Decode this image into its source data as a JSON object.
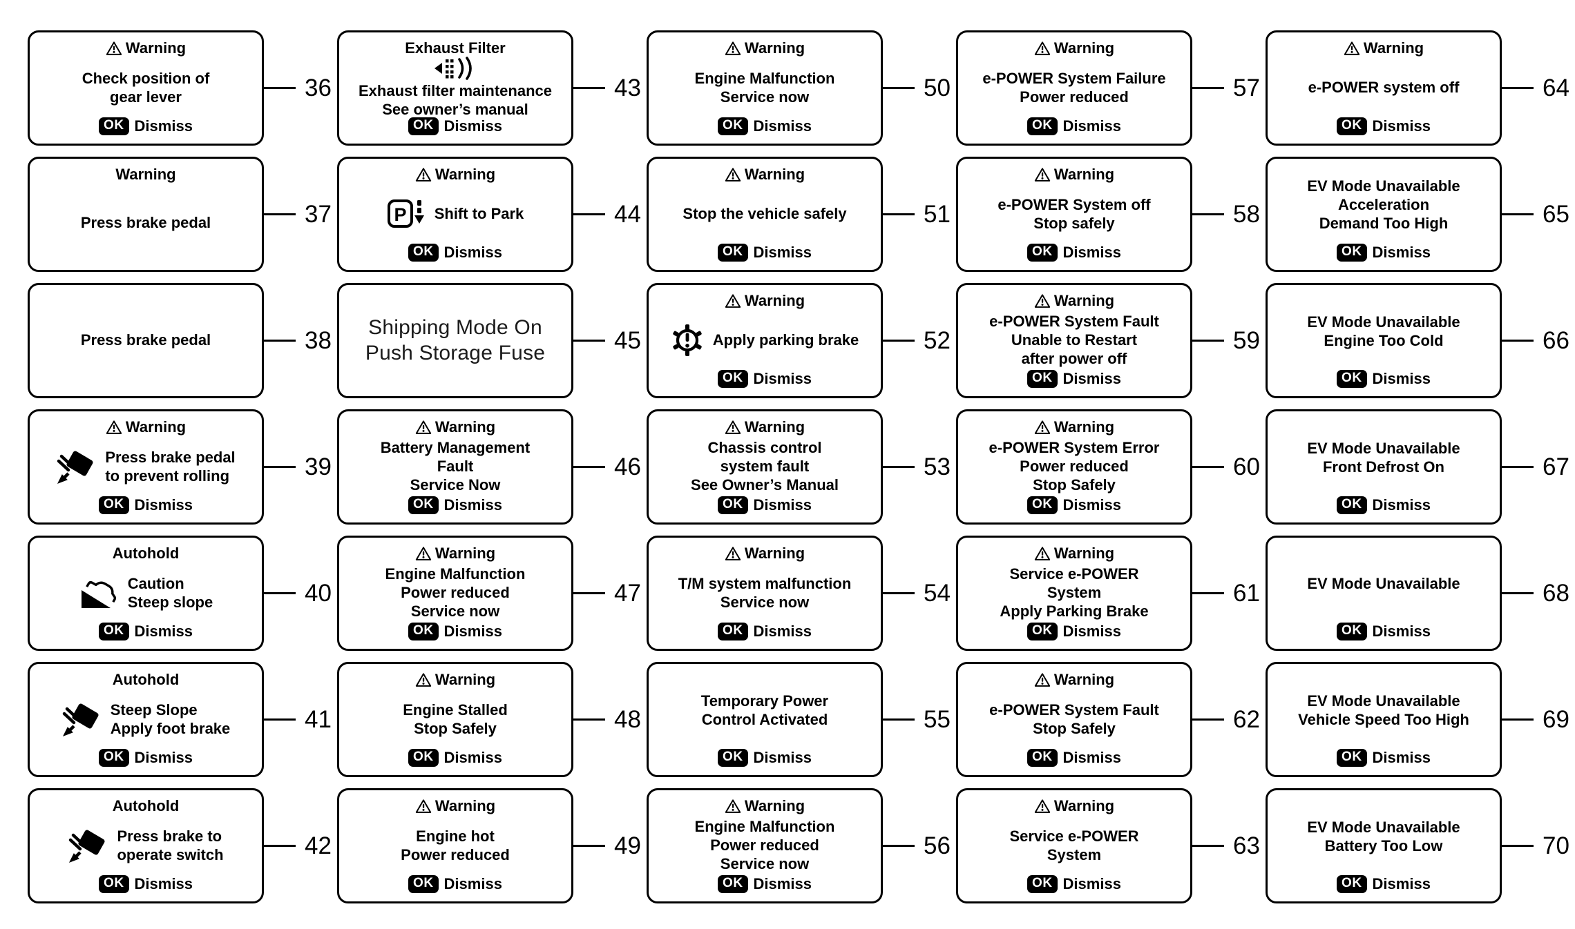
{
  "figure": {
    "background": "#ffffff",
    "ink": "#000000"
  },
  "labels": {
    "warning_title": "Warning",
    "ok": "OK",
    "dismiss": "Dismiss"
  },
  "columns": [
    {
      "cards": [
        {
          "num": "36",
          "header": "warn",
          "lines": [
            "Check position of",
            "gear lever"
          ],
          "ok": true
        },
        {
          "num": "37",
          "header": "plain",
          "header_text": "Warning",
          "lines": [
            "Press brake pedal"
          ],
          "ok": false
        },
        {
          "num": "38",
          "lines": [
            "Press brake pedal"
          ],
          "ok": false
        },
        {
          "num": "39",
          "header": "warn",
          "icon": "brake-pedal-icon",
          "lines": [
            "Press brake pedal",
            "to prevent rolling"
          ],
          "ok": true
        },
        {
          "num": "40",
          "header": "plain",
          "header_text": "Autohold",
          "icon": "car-slope-icon",
          "lines": [
            "Caution",
            "Steep slope"
          ],
          "ok": true
        },
        {
          "num": "41",
          "header": "plain",
          "header_text": "Autohold",
          "icon": "brake-pedal-icon",
          "lines": [
            "Steep Slope",
            "Apply foot brake"
          ],
          "ok": true
        },
        {
          "num": "42",
          "header": "plain",
          "header_text": "Autohold",
          "icon": "brake-pedal-icon",
          "lines": [
            "Press brake to",
            "operate switch"
          ],
          "ok": true
        }
      ]
    },
    {
      "cards": [
        {
          "num": "43",
          "header": "plain",
          "header_text": "Exhaust Filter",
          "icon": "exhaust-filter-icon",
          "icon_pos": "center",
          "lines": [
            "Exhaust filter maintenance",
            "See owner’s manual"
          ],
          "ok": true
        },
        {
          "num": "44",
          "header": "warn",
          "icon": "shift-park-icon",
          "lines": [
            "Shift to Park"
          ],
          "ok": true
        },
        {
          "num": "45",
          "lines": [
            "Shipping Mode On",
            "Push Storage Fuse"
          ],
          "ok": false,
          "body_style": "light"
        },
        {
          "num": "46",
          "header": "warn",
          "lines": [
            "Battery Management",
            "Fault",
            "Service Now"
          ],
          "ok": true
        },
        {
          "num": "47",
          "header": "warn",
          "lines": [
            "Engine Malfunction",
            "Power reduced",
            "Service now"
          ],
          "ok": true
        },
        {
          "num": "48",
          "header": "warn",
          "lines": [
            "Engine Stalled",
            "Stop Safely"
          ],
          "ok": true
        },
        {
          "num": "49",
          "header": "warn",
          "lines": [
            "Engine hot",
            "Power reduced"
          ],
          "ok": true
        }
      ]
    },
    {
      "cards": [
        {
          "num": "50",
          "header": "warn",
          "lines": [
            "Engine Malfunction",
            "Service now"
          ],
          "ok": true
        },
        {
          "num": "51",
          "header": "warn",
          "lines": [
            "Stop the vehicle safely"
          ],
          "ok": true
        },
        {
          "num": "52",
          "header": "warn",
          "icon": "gear-alert-icon",
          "lines": [
            "Apply parking brake"
          ],
          "ok": true
        },
        {
          "num": "53",
          "header": "warn",
          "lines": [
            "Chassis control",
            "system fault",
            "See Owner’s Manual"
          ],
          "ok": true
        },
        {
          "num": "54",
          "header": "warn",
          "lines": [
            "T/M system malfunction",
            "Service now"
          ],
          "ok": true
        },
        {
          "num": "55",
          "lines": [
            "Temporary Power",
            "Control Activated"
          ],
          "ok": true
        },
        {
          "num": "56",
          "header": "warn",
          "lines": [
            "Engine Malfunction",
            "Power reduced",
            "Service now"
          ],
          "ok": true
        }
      ]
    },
    {
      "cards": [
        {
          "num": "57",
          "header": "warn",
          "lines": [
            "e-POWER System Failure",
            "Power reduced"
          ],
          "ok": true
        },
        {
          "num": "58",
          "header": "warn",
          "lines": [
            "e-POWER System off",
            "Stop safely"
          ],
          "ok": true
        },
        {
          "num": "59",
          "header": "warn",
          "lines": [
            "e-POWER System Fault",
            "Unable to Restart",
            "after power off"
          ],
          "ok": true
        },
        {
          "num": "60",
          "header": "warn",
          "lines": [
            "e-POWER System Error",
            "Power reduced",
            "Stop Safely"
          ],
          "ok": true
        },
        {
          "num": "61",
          "header": "warn",
          "lines": [
            "Service e-POWER",
            "System",
            "Apply Parking Brake"
          ],
          "ok": true
        },
        {
          "num": "62",
          "header": "warn",
          "lines": [
            "e-POWER System Fault",
            "Stop Safely"
          ],
          "ok": true
        },
        {
          "num": "63",
          "header": "warn",
          "lines": [
            "Service e-POWER",
            "System"
          ],
          "ok": true
        }
      ]
    },
    {
      "cards": [
        {
          "num": "64",
          "header": "warn",
          "lines": [
            "e-POWER system off"
          ],
          "ok": true
        },
        {
          "num": "65",
          "lines": [
            "EV Mode Unavailable",
            "Acceleration",
            "Demand Too High"
          ],
          "ok": true
        },
        {
          "num": "66",
          "lines": [
            "EV Mode Unavailable",
            "Engine Too Cold"
          ],
          "ok": true
        },
        {
          "num": "67",
          "lines": [
            "EV Mode Unavailable",
            "Front Defrost On"
          ],
          "ok": true
        },
        {
          "num": "68",
          "lines": [
            "EV Mode Unavailable"
          ],
          "ok": true
        },
        {
          "num": "69",
          "lines": [
            "EV Mode Unavailable",
            "Vehicle Speed Too High"
          ],
          "ok": true
        },
        {
          "num": "70",
          "lines": [
            "EV Mode Unavailable",
            "Battery Too Low"
          ],
          "ok": true
        }
      ]
    }
  ]
}
